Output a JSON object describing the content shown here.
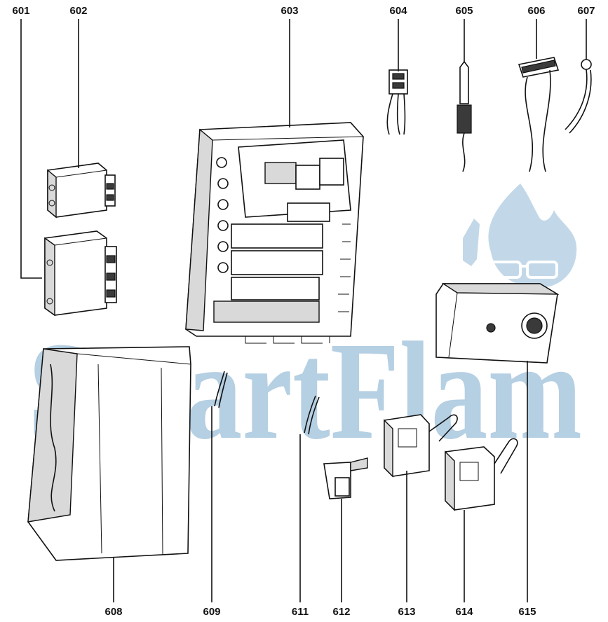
{
  "watermark": {
    "text": "SmartFlam",
    "color": "#a9c7df"
  },
  "parts": {
    "p601": "601",
    "p602": "602",
    "p603": "603",
    "p604": "604",
    "p605": "605",
    "p606": "606",
    "p607": "607",
    "p608": "608",
    "p609": "609",
    "p611": "611",
    "p612": "612",
    "p613": "613",
    "p614": "614",
    "p615": "615"
  }
}
